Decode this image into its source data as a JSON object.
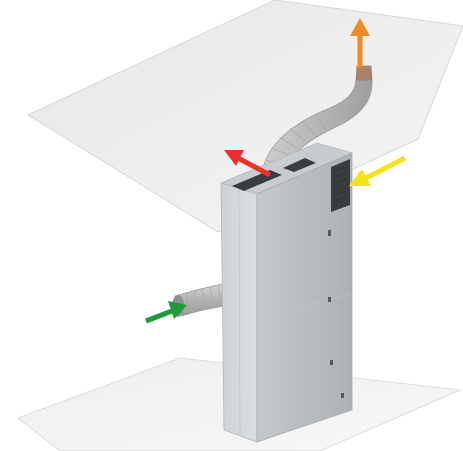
{
  "scene": {
    "description_visible_text": [],
    "arrows": [
      {
        "name": "exhaust-air-out-arrow",
        "color": "#f08a24",
        "direction": "up"
      },
      {
        "name": "supply-air-arrow",
        "color": "#e8322b",
        "direction": "up-left"
      },
      {
        "name": "extract-air-in-arrow",
        "color": "#f4e21a",
        "direction": "left"
      },
      {
        "name": "fresh-air-in-arrow",
        "color": "#1f9a3a",
        "direction": "right"
      }
    ],
    "colors": {
      "panel": "#ebebeb",
      "unit_front": "#d4d7da",
      "unit_side": "#b9bdc1",
      "unit_top": "#c9cccf",
      "duct": "#b9b9b9",
      "grille": "#3a3d40"
    }
  }
}
